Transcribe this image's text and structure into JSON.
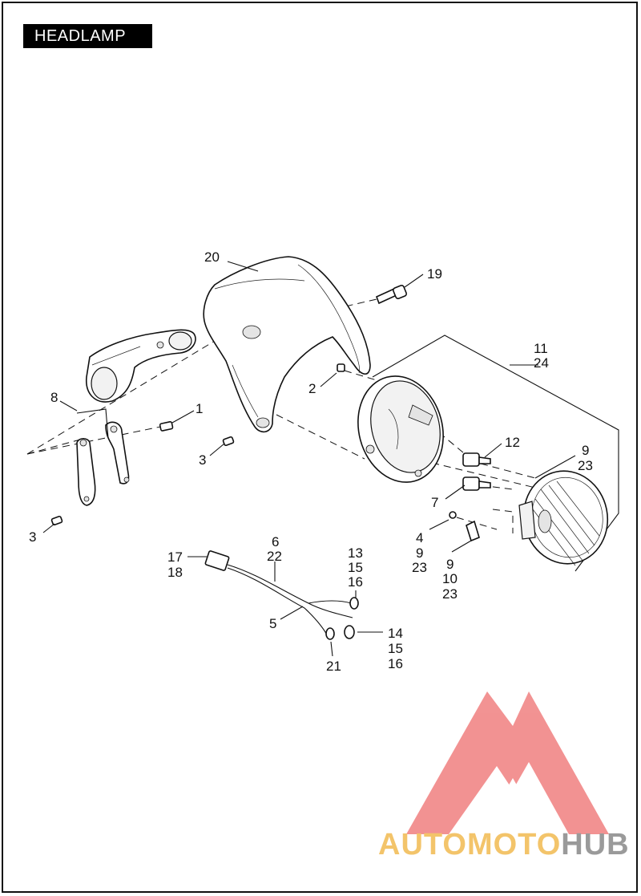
{
  "title": "HEADLAMP",
  "colors": {
    "line": "#111111",
    "title_bg": "#000000",
    "title_fg": "#ffffff",
    "watermark_red": "#f08080",
    "watermark_gold": "#f3c46a",
    "watermark_gray": "#9a9a9a"
  },
  "callouts": {
    "c20": "20",
    "c19": "19",
    "c11": "11",
    "c24": "24",
    "c2": "2",
    "c8": "8",
    "c1": "1",
    "c3a": "3",
    "c3b": "3",
    "c12": "12",
    "c9a": "9",
    "c23a": "23",
    "c7": "7",
    "c4": "4",
    "c9b": "9",
    "c23b": "23",
    "c9c": "9",
    "c10": "10",
    "c23c": "23",
    "c6": "6",
    "c22": "22",
    "c17": "17",
    "c18": "18",
    "c13": "13",
    "c15a": "15",
    "c16a": "16",
    "c5": "5",
    "c14": "14",
    "c15b": "15",
    "c16b": "16",
    "c21": "21"
  },
  "watermark": {
    "part1": "AUTO",
    "part2": "MOTO",
    "part3": "HUB"
  }
}
